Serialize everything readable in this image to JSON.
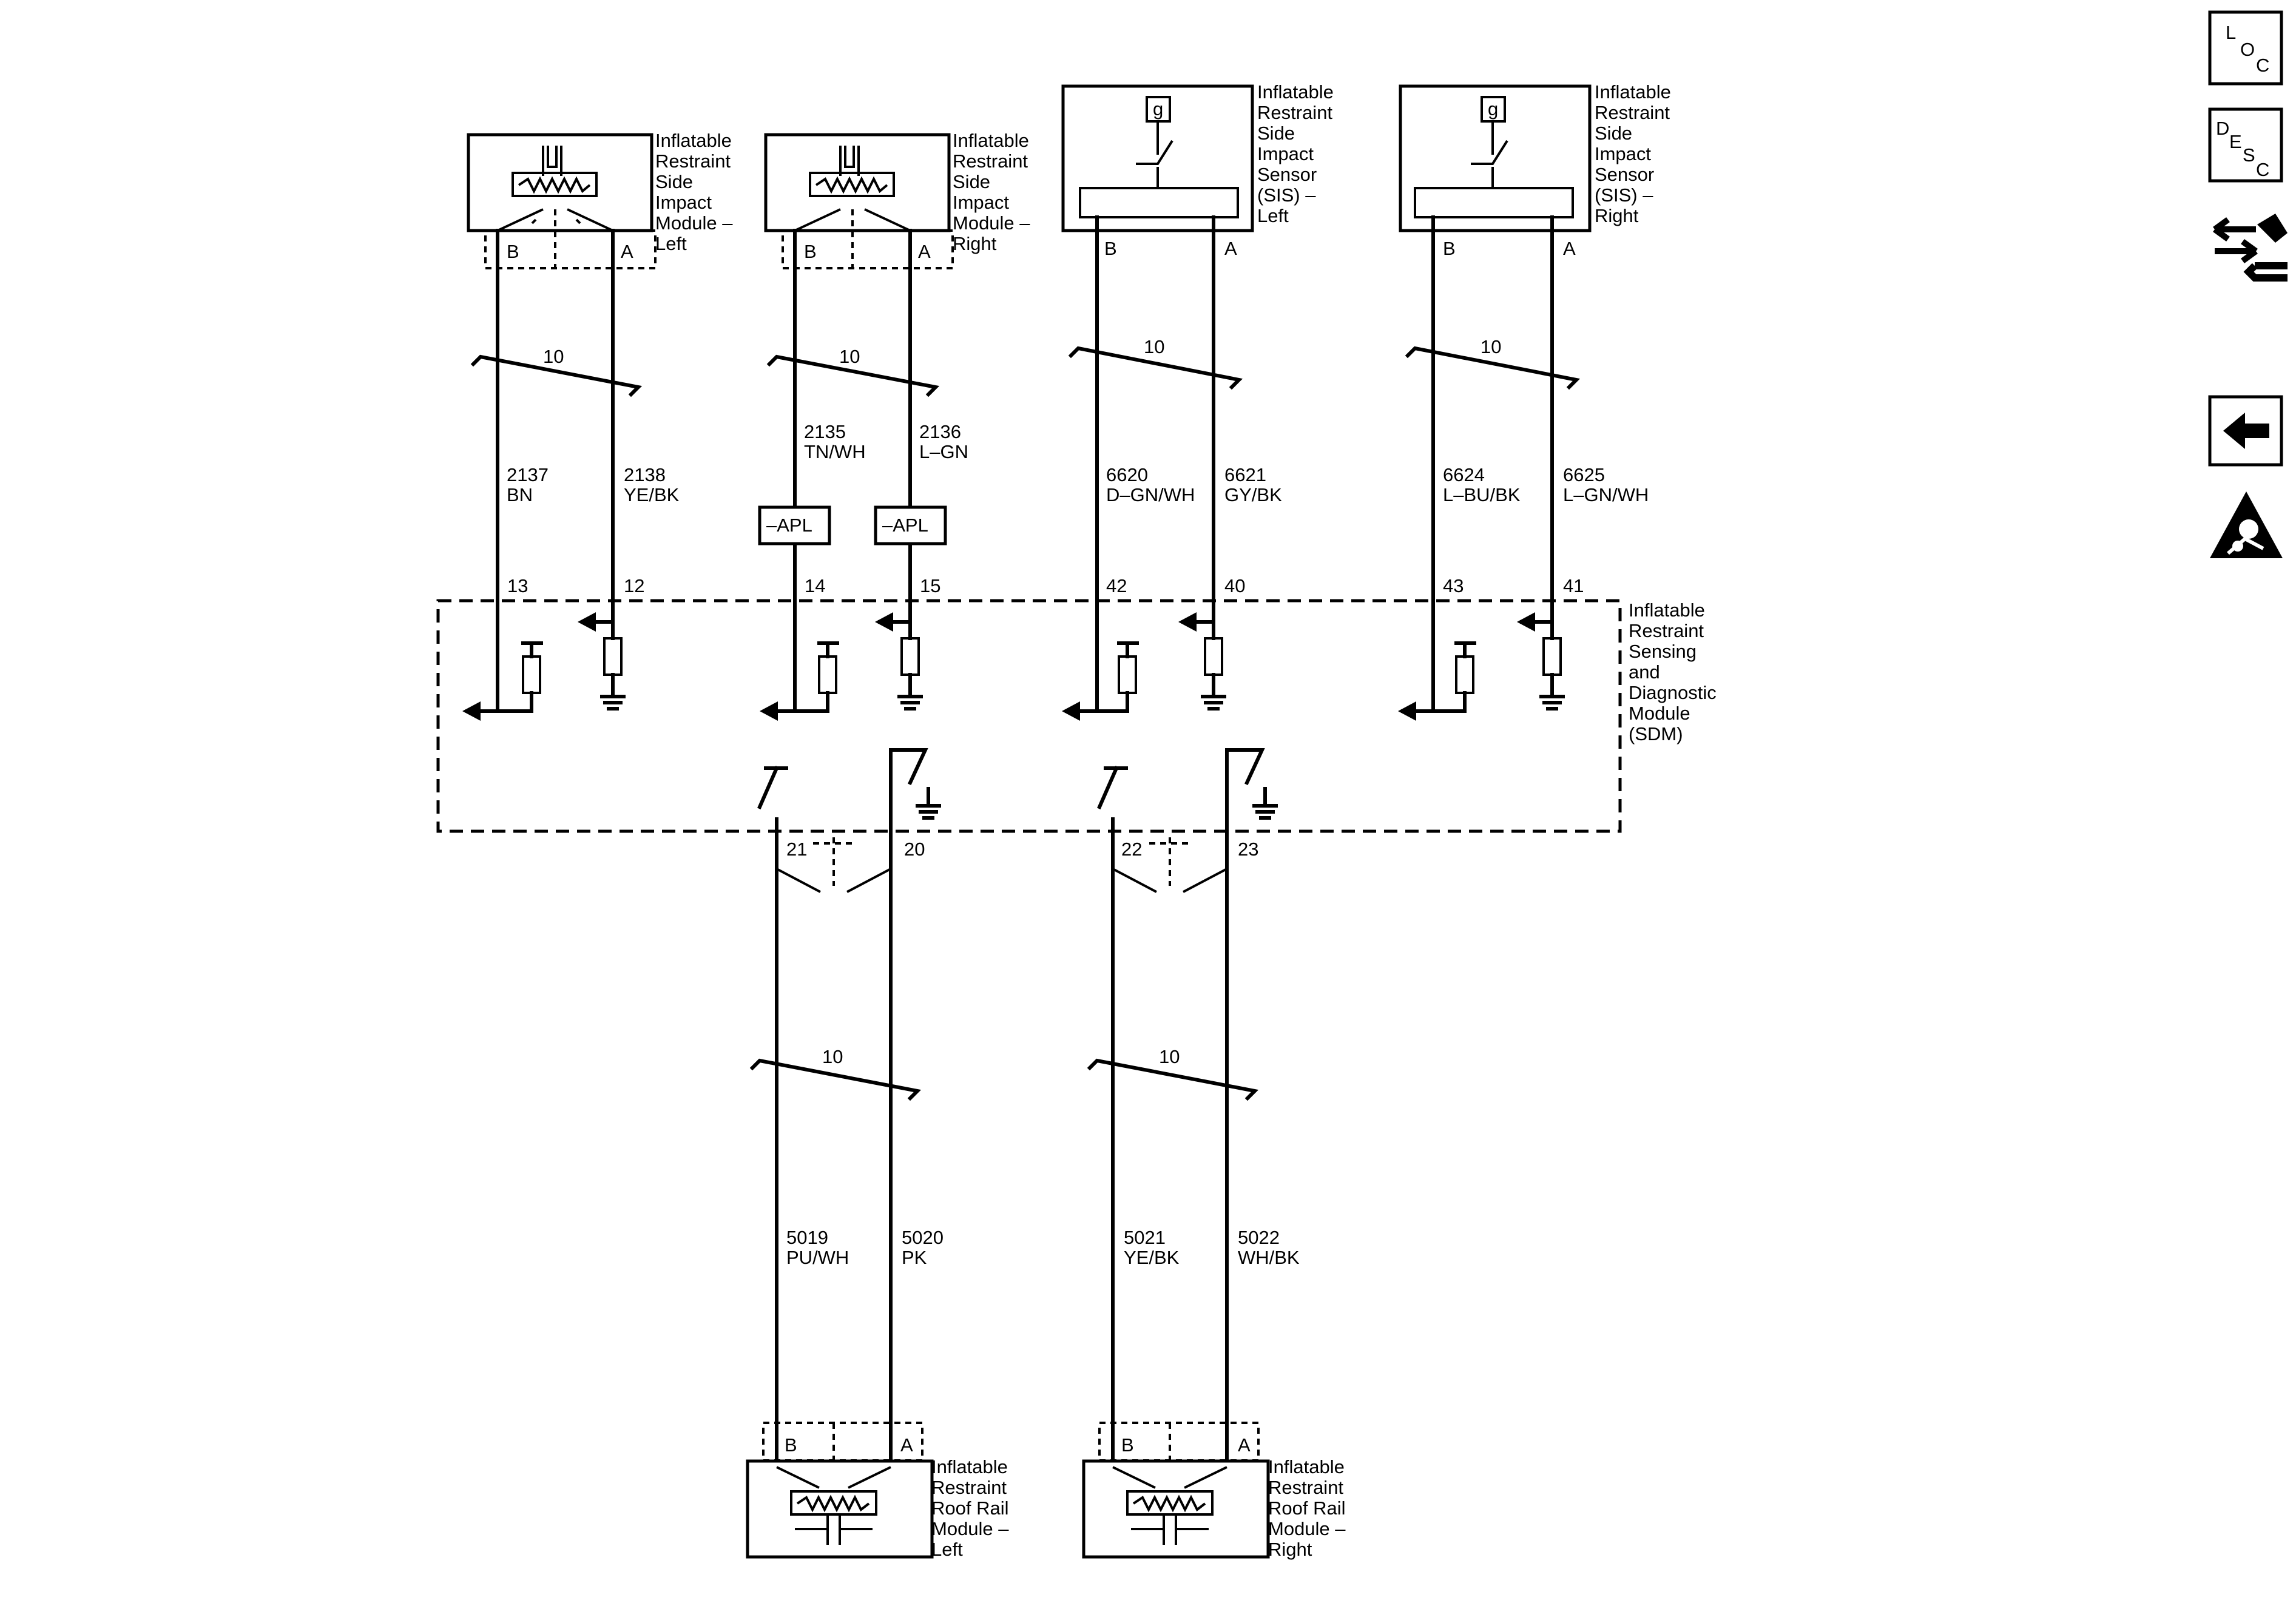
{
  "components": {
    "side_module_left": [
      "Inflatable",
      "Restraint",
      "Side",
      "Impact",
      "Module –",
      "Left"
    ],
    "side_module_right": [
      "Inflatable",
      "Restraint",
      "Side",
      "Impact",
      "Module –",
      "Right"
    ],
    "sis_left": [
      "Inflatable",
      "Restraint",
      "Side",
      "Impact",
      "Sensor",
      "(SIS) –",
      "Left"
    ],
    "sis_right": [
      "Inflatable",
      "Restraint",
      "Side",
      "Impact",
      "Sensor",
      "(SIS) –",
      "Right"
    ],
    "sdm": [
      "Inflatable",
      "Restraint",
      "Sensing",
      "and",
      "Diagnostic",
      "Module",
      "(SDM)"
    ],
    "roof_module_left": [
      "Inflatable",
      "Restraint",
      "Roof Rail",
      "Module –",
      "Left"
    ],
    "roof_module_right": [
      "Inflatable",
      "Restraint",
      "Roof Rail",
      "Module –",
      "Right"
    ]
  },
  "sensor_tag": "g",
  "pin_letters": {
    "b": "B",
    "a": "A"
  },
  "twist_label": "10",
  "apl_label": "–APL",
  "circuits": {
    "c2137": {
      "num": "2137",
      "color": "BN"
    },
    "c2138": {
      "num": "2138",
      "color": "YE/BK"
    },
    "c2135": {
      "num": "2135",
      "color": "TN/WH"
    },
    "c2136": {
      "num": "2136",
      "color": "L–GN"
    },
    "c6620": {
      "num": "6620",
      "color": "D–GN/WH"
    },
    "c6621": {
      "num": "6621",
      "color": "GY/BK"
    },
    "c6624": {
      "num": "6624",
      "color": "L–BU/BK"
    },
    "c6625": {
      "num": "6625",
      "color": "L–GN/WH"
    },
    "c5019": {
      "num": "5019",
      "color": "PU/WH"
    },
    "c5020": {
      "num": "5020",
      "color": "PK"
    },
    "c5021": {
      "num": "5021",
      "color": "YE/BK"
    },
    "c5022": {
      "num": "5022",
      "color": "WH/BK"
    }
  },
  "sdm_pins": {
    "p13": "13",
    "p12": "12",
    "p14": "14",
    "p15": "15",
    "p42": "42",
    "p40": "40",
    "p43": "43",
    "p41": "41",
    "p21": "21",
    "p20": "20",
    "p22": "22",
    "p23": "23"
  },
  "nav": {
    "loc": {
      "l": "L",
      "o": "O",
      "c": "C"
    },
    "desc": {
      "d": "D",
      "e": "E",
      "s": "S",
      "c": "C"
    },
    "icons": [
      "loc-button-icon",
      "desc-button-icon",
      "connector-repair-icon",
      "back-arrow-icon",
      "airbag-warning-icon"
    ]
  }
}
